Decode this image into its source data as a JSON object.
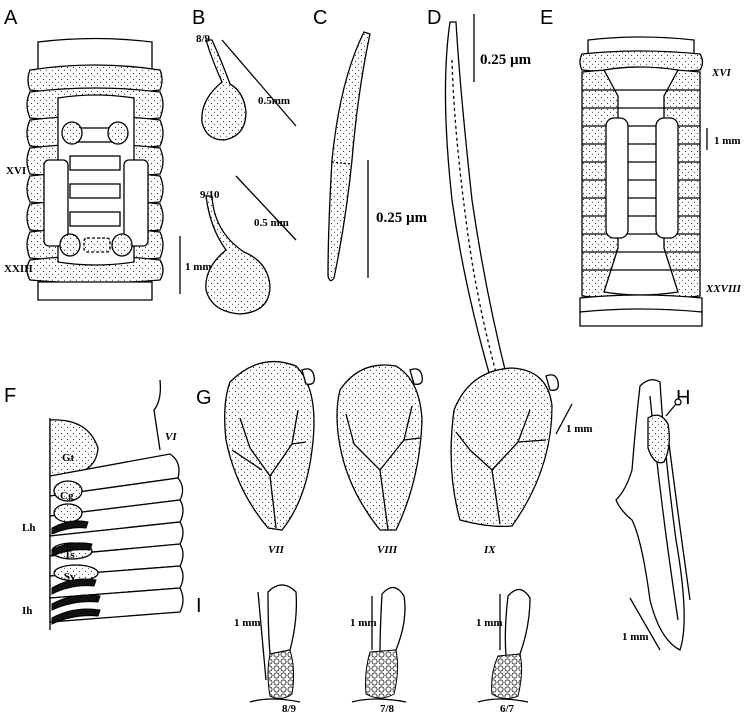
{
  "panels": [
    "A",
    "B",
    "C",
    "D",
    "E",
    "F",
    "G",
    "H",
    "I"
  ],
  "panelA": {
    "seg_top": "XVI",
    "seg_bottom": "XXIII",
    "scale": "1 mm"
  },
  "panelB": {
    "sept_top": "8/9",
    "scale_top": "0.5mm",
    "sept_bottom": "9/10",
    "scale_bottom": "0.5 mm"
  },
  "panelC": {
    "scale": "0.25 µm"
  },
  "panelD": {
    "scale": "0.25 µm"
  },
  "panelE": {
    "seg_top": "XVI",
    "scale": "1 mm",
    "seg_bottom": "XXVIII"
  },
  "panelF": {
    "seg": "VI",
    "labels": [
      "Gt",
      "Cg",
      "Lh",
      "Ts",
      "Sv",
      "Ih"
    ]
  },
  "panelG": {
    "segs": [
      "VII",
      "VIII",
      "IX"
    ],
    "scale": "1 mm"
  },
  "panelH": {
    "scale": "1 mm"
  },
  "panelI": {
    "scale": "1 mm",
    "septa": [
      "8/9",
      "7/8",
      "6/7"
    ]
  }
}
